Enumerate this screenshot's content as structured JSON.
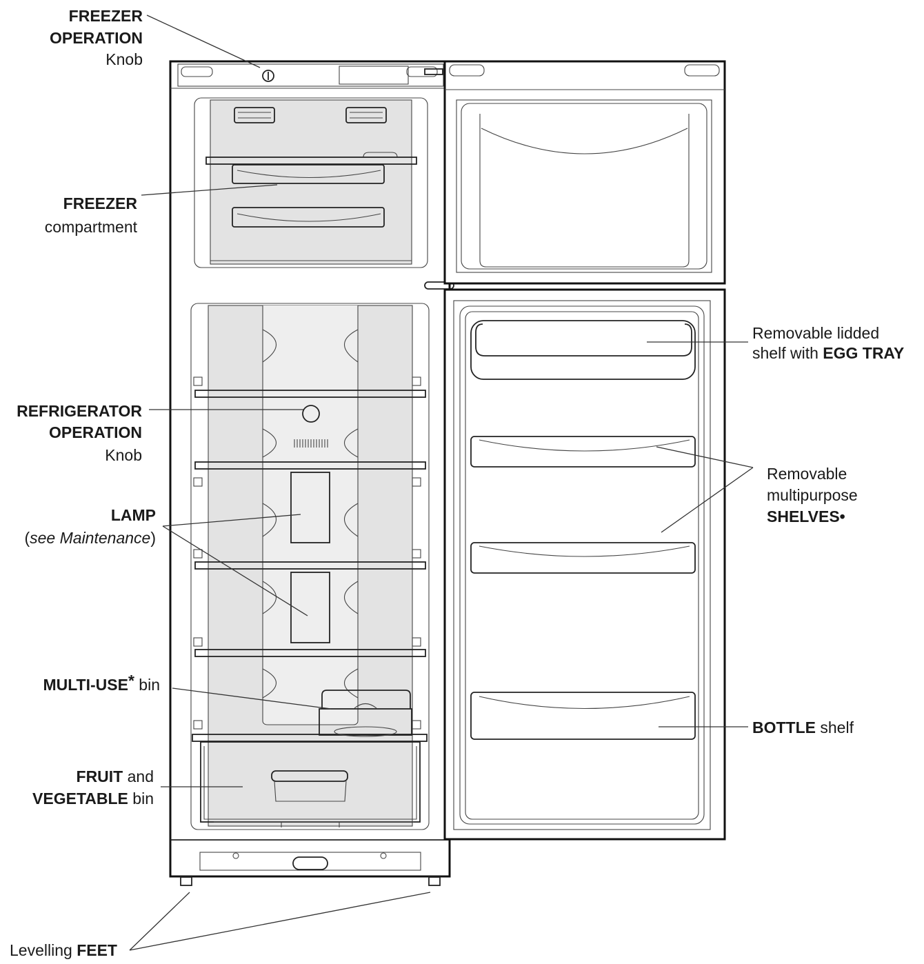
{
  "labels": {
    "freezer_knob": {
      "line1": "FREEZER",
      "line2": "OPERATION",
      "line3": "Knob"
    },
    "freezer_compartment": {
      "line1": "FREEZER",
      "line2": "compartment"
    },
    "fridge_knob": {
      "line1": "REFRIGERATOR",
      "line2": "OPERATION",
      "line3": "Knob"
    },
    "lamp": {
      "line1": "LAMP",
      "open_paren": "(",
      "italic": "see Maintenance",
      "close_paren": ")"
    },
    "multi_use": {
      "bold": "MULTI-USE",
      "star": "*",
      "normal": " bin"
    },
    "fruit_veg": {
      "line1_bold": "FRUIT",
      "line1_normal": " and",
      "line2_bold": "VEGETABLE",
      "line2_normal": " bin"
    },
    "feet": {
      "normal": "Levelling ",
      "bold": "FEET"
    },
    "egg_tray": {
      "line1": "Removable lidded",
      "line2_normal": "shelf with ",
      "line2_bold": "EGG TRAY"
    },
    "shelves": {
      "line1": "Removable",
      "line2": "multipurpose",
      "line3_bold": "SHELVES",
      "bullet": "•"
    },
    "bottle": {
      "bold": "BOTTLE",
      "normal": " shelf"
    }
  }
}
